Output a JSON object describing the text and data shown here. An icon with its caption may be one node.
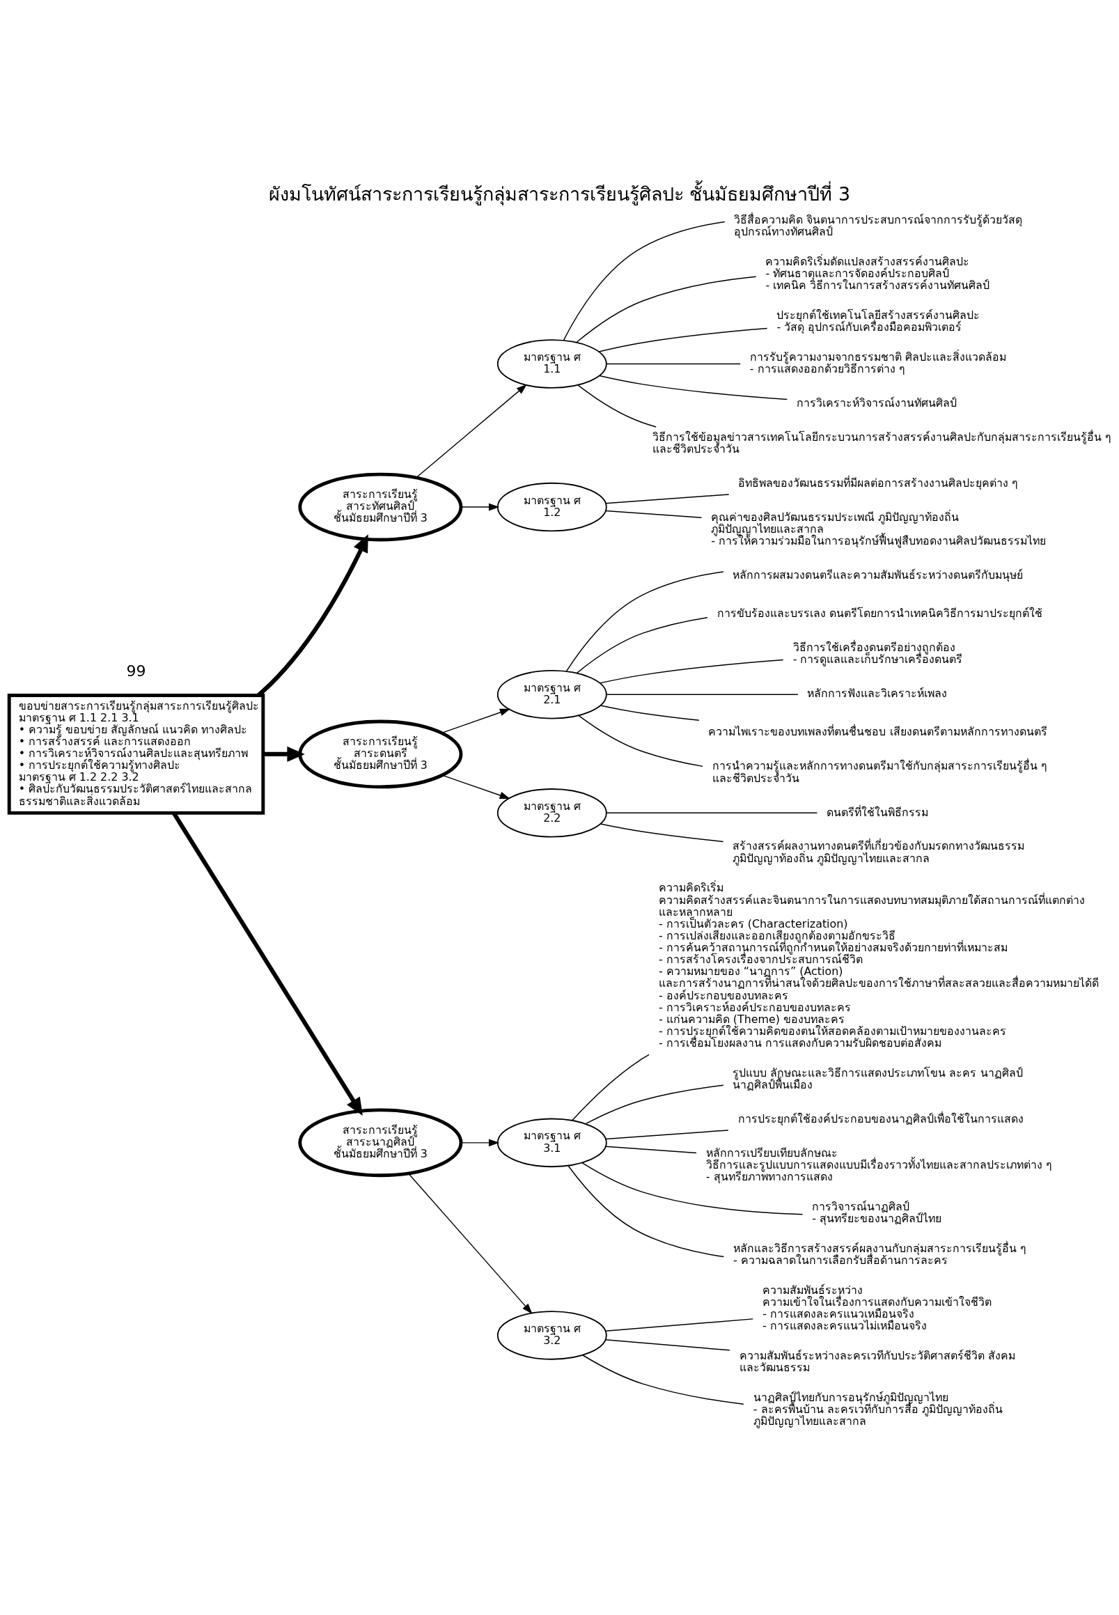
{
  "diagram": {
    "title": "ผังมโนทัศน์สาระการเรียนรู้กลุ่มสาระการเรียนรู้ศิลปะ ชั้นมัธยมศึกษาปีที่ 3",
    "nodes": [
      {
        "text": [
          "ขอบข่ายสาระการเรียนรู้กลุ่มสาระการเรียนรู้ศิลปะ",
          "มาตรฐาน ศ 1.1 2.1 3.1",
          "• ความรู้ ขอบข่าย สัญลักษณ์ แนวคิด ทางศิลปะ",
          "• การสร้างสรรค์ และการแสดงออก",
          "• การวิเคราะห์วิจารณ์งานศิลปะและสุนทรียภาพ",
          "• การประยุกต์ใช้ความรู้ทางศิลปะ",
          "มาตรฐาน ศ 1.2 2.2 3.2",
          "• ศิลปะกับวัฒนธรรมประวัติศาสตร์ไทยและสากล ธรรมชาติและสิ่งแวดล้อม"
        ]
      },
      {
        "text": [
          "สาระการเรียนรู้ สาระทัศนศิลป์ ชั้นมัธยมศึกษาปีที่ 3"
        ]
      },
      {
        "text": [
          "สาระการเรียนรู้ สาระดนตรี ชั้นมัธยมศึกษาปีที่ 3"
        ]
      },
      {
        "text": [
          "สาระการเรียนรู้ สาระนาฏศิลป์ ชั้นมัธยมศึกษาปีที่ 3"
        ]
      },
      {
        "text": [
          "มาตรฐาน ศ 1.1"
        ]
      },
      {
        "text": [
          "มาตรฐาน ศ 1.2"
        ]
      },
      {
        "text": [
          "มาตรฐาน ศ 2.1"
        ]
      },
      {
        "text": [
          "มาตรฐาน ศ 2.2"
        ]
      },
      {
        "text": [
          "มาตรฐาน ศ 3.1"
        ]
      },
      {
        "text": [
          "มาตรฐาน ศ 3.2"
        ]
      },
      {
        "text": [
          "วิธีสื่อความคิด จินตนาการประสบการณ์จากการรับรู้ด้วยวัสดุ อุปกรณ์ทางทัศนศิลป์"
        ]
      },
      {
        "text": [
          "ความคิดริเริ่มดัดแปลงสร้างสรรค์งานศิลปะ",
          "- ทัศนธาตุและการจัดองค์ประกอบศิลป์",
          "- เทคนิค วิธีการในการสร้างสรรค์งานทัศนศิลป์"
        ]
      },
      {
        "text": [
          "ประยุกต์ใช้เทคโนโลยีสร้างสรรค์งานศิลปะ",
          "- วัสดุ อุปกรณ์กับเครื่องมือคอมพิวเตอร์"
        ]
      },
      {
        "text": [
          "การรับรู้ความงามจากธรรมชาติ ศิลปะและสิ่งแวดล้อม",
          "- การแสดงออกด้วยวิธีการต่าง ๆ"
        ]
      },
      {
        "text": [
          "การวิเคราะห์วิจารณ์งานทัศนศิลป์"
        ]
      },
      {
        "text": [
          "วิธีการใช้ข้อมูลข่าวสารเทคโนโลยีกระบวนการสร้างสรรค์งานศิลปะกับกลุ่มสาระการเรียนรู้อื่น ๆ และชีวิตประจำวัน"
        ]
      },
      {
        "text": [
          "อิทธิพลของวัฒนธรรมที่มีผลต่อการสร้างงานศิลปะยุคต่าง ๆ"
        ]
      },
      {
        "text": [
          "คุณค่าของศิลปวัฒนธรรมประเพณี ภูมิปัญญาท้องถิ่น ภูมิปัญญาไทยและสากล",
          "- การให้ความร่วมมือในการอนุรักษ์ฟื้นฟูสืบทอดงานศิลปวัฒนธรรมไทย"
        ]
      },
      {
        "text": [
          "หลักการผสมวงดนตรีและความสัมพันธ์ระหว่างดนตรีกับมนุษย์"
        ]
      },
      {
        "text": [
          "การขับร้องและบรรเลง ดนตรีโดยการนำเทคนิควิธีการมาประยุกต์ใช้"
        ]
      },
      {
        "text": [
          "วิธีการใช้เครื่องดนตรีอย่างถูกต้อง",
          "- การดูแลและเก็บรักษาเครื่องดนตรี"
        ]
      },
      {
        "text": [
          "หลักการฟังและวิเคราะห์เพลง"
        ]
      },
      {
        "text": [
          "ความไพเราะของบทเพลงที่ตนชื่นชอบ เสียงดนตรีตามหลักการทางดนตรี"
        ]
      },
      {
        "text": [
          "การนำความรู้และหลักการทางดนตรีมาใช้กับกลุ่มสาระการเรียนรู้อื่น ๆ และชีวิตประจำวัน"
        ]
      },
      {
        "text": [
          "ดนตรีที่ใช้ในพิธีกรรม"
        ]
      },
      {
        "text": [
          "สร้างสรรค์ผลงานทางดนตรีที่เกี่ยวข้องกับมรดกทางวัฒนธรรม ภูมิปัญญาท้องถิ่น ภูมิปัญญาไทยและสากล"
        ]
      },
      {
        "text": [
          "ความคิดริเริ่ม ความคิดสร้างสรรค์และจินตนาการในการแสดงบทบาทสมมุติภายใต้สถานการณ์ที่แตกต่าง และหลากหลาย",
          "- การเป็นตัวละคร (Characterization)",
          "- การเปล่งเสียงและออกเสียงถูกต้องตามอักขระวิธี",
          "- การค้นคว้าสถานการณ์ที่ถูกกำหนดให้อย่างสมจริงด้วยกายท่าที่เหมาะสม",
          "- การสร้างโครงเรื่องจากประสบการณ์ชีวิต",
          "- ความหมายของ “นาฏการ” (Action) และการสร้างนาฏการที่น่าสนใจด้วยศิลปะของการใช้ภาษาที่สละสลวยและสื่อความหมายได้ดี",
          "- องค์ประกอบของบทละคร",
          "- การวิเคราะห์องค์ประกอบของบทละคร",
          "- แก่นความคิด (Theme) ของบทละคร",
          "- การประยุกต์ใช้ความคิดของตนให้สอดคล้องตามเป้าหมายของงานละคร",
          "- การเชื่อมโยงผลงาน การแสดงกับความรับผิดชอบต่อสังคม"
        ]
      },
      {
        "text": [
          "รูปแบบ ลักษณะและวิธีการแสดงประเภทโขน ละคร นาฏศิลป์ นาฏศิลป์พื้นเมือง"
        ]
      },
      {
        "text": [
          "การประยุกต์ใช้องค์ประกอบของนาฏศิลป์เพื่อใช้ในการแสดง"
        ]
      },
      {
        "text": [
          "หลักการเปรียบเทียบลักษณะ วิธีการและรูปแบบการแสดงแบบมีเรื่องราวทั้งไทยและสากลประเภทต่าง ๆ",
          "- สุนทรียภาพทางการแสดง"
        ]
      },
      {
        "text": [
          "การวิจารณ์นาฏศิลป์",
          "- สุนทรียะของนาฏศิลป์ไทย"
        ]
      },
      {
        "text": [
          "หลักและวิธีการสร้างสรรค์ผลงานกับกลุ่มสาระการเรียนรู้อื่น ๆ",
          "- ความฉลาดในการเลือกรับสื่อด้านการละคร"
        ]
      },
      {
        "text": [
          "ความสัมพันธ์ระหว่าง ความเข้าใจในเรื่องการแสดงกับความเข้าใจชีวิต",
          "- การแสดงละครแนวเหมือนจริง",
          "- การแสดงละครแนวไม่เหมือนจริง"
        ]
      },
      {
        "text": [
          "ความสัมพันธ์ระหว่างละครเวทีกับประวัติศาสตร์ชีวิต สังคม และวัฒนธรรม"
        ]
      },
      {
        "text": [
          "นาฏศิลป์ไทยกับการอนุรักษ์ภูมิปัญญาไทย",
          "- ละครพื้นบ้าน ละครเวทีกับการสื่อ ภูมิปัญญาท้องถิ่น ภูมิปัญญาไทยและสากล"
        ]
      }
    ],
    "edges": [
      {
        "from": 0,
        "to": 1,
        "arrow": "to",
        "style": "thick"
      },
      {
        "from": 0,
        "to": 2,
        "arrow": "to",
        "style": "thick"
      },
      {
        "from": 0,
        "to": 3,
        "arrow": "to",
        "style": "thick"
      },
      {
        "from": 1,
        "to": 4,
        "arrow": "to"
      },
      {
        "from": 1,
        "to": 5,
        "arrow": "to"
      },
      {
        "from": 2,
        "to": 6,
        "arrow": "to"
      },
      {
        "from": 2,
        "to": 7,
        "arrow": "to"
      },
      {
        "from": 3,
        "to": 8,
        "arrow": "to"
      },
      {
        "from": 3,
        "to": 9,
        "arrow": "to"
      },
      {
        "from": 4,
        "to": 10,
        "arrow": "none"
      },
      {
        "from": 4,
        "to": 11,
        "arrow": "none"
      },
      {
        "from": 4,
        "to": 12,
        "arrow": "none"
      },
      {
        "from": 4,
        "to": 13,
        "arrow": "none"
      },
      {
        "from": 4,
        "to": 14,
        "arrow": "none"
      },
      {
        "from": 4,
        "to": 15,
        "arrow": "none"
      },
      {
        "from": 5,
        "to": 16,
        "arrow": "none"
      },
      {
        "from": 5,
        "to": 17,
        "arrow": "none"
      },
      {
        "from": 6,
        "to": 18,
        "arrow": "none"
      },
      {
        "from": 6,
        "to": 19,
        "arrow": "none"
      },
      {
        "from": 6,
        "to": 20,
        "arrow": "none"
      },
      {
        "from": 6,
        "to": 21,
        "arrow": "none"
      },
      {
        "from": 6,
        "to": 22,
        "arrow": "none"
      },
      {
        "from": 6,
        "to": 23,
        "arrow": "none"
      },
      {
        "from": 7,
        "to": 24,
        "arrow": "none"
      },
      {
        "from": 7,
        "to": 25,
        "arrow": "none"
      },
      {
        "from": 8,
        "to": 26,
        "arrow": "none"
      },
      {
        "from": 8,
        "to": 27,
        "arrow": "none"
      },
      {
        "from": 8,
        "to": 28,
        "arrow": "none"
      },
      {
        "from": 8,
        "to": 29,
        "arrow": "none"
      },
      {
        "from": 8,
        "to": 30,
        "arrow": "none"
      },
      {
        "from": 8,
        "to": 31,
        "arrow": "none"
      },
      {
        "from": 9,
        "to": 32,
        "arrow": "none"
      },
      {
        "from": 9,
        "to": 33,
        "arrow": "none"
      },
      {
        "from": 9,
        "to": 34,
        "arrow": "none"
      }
    ],
    "labels": [
      "99"
    ]
  }
}
